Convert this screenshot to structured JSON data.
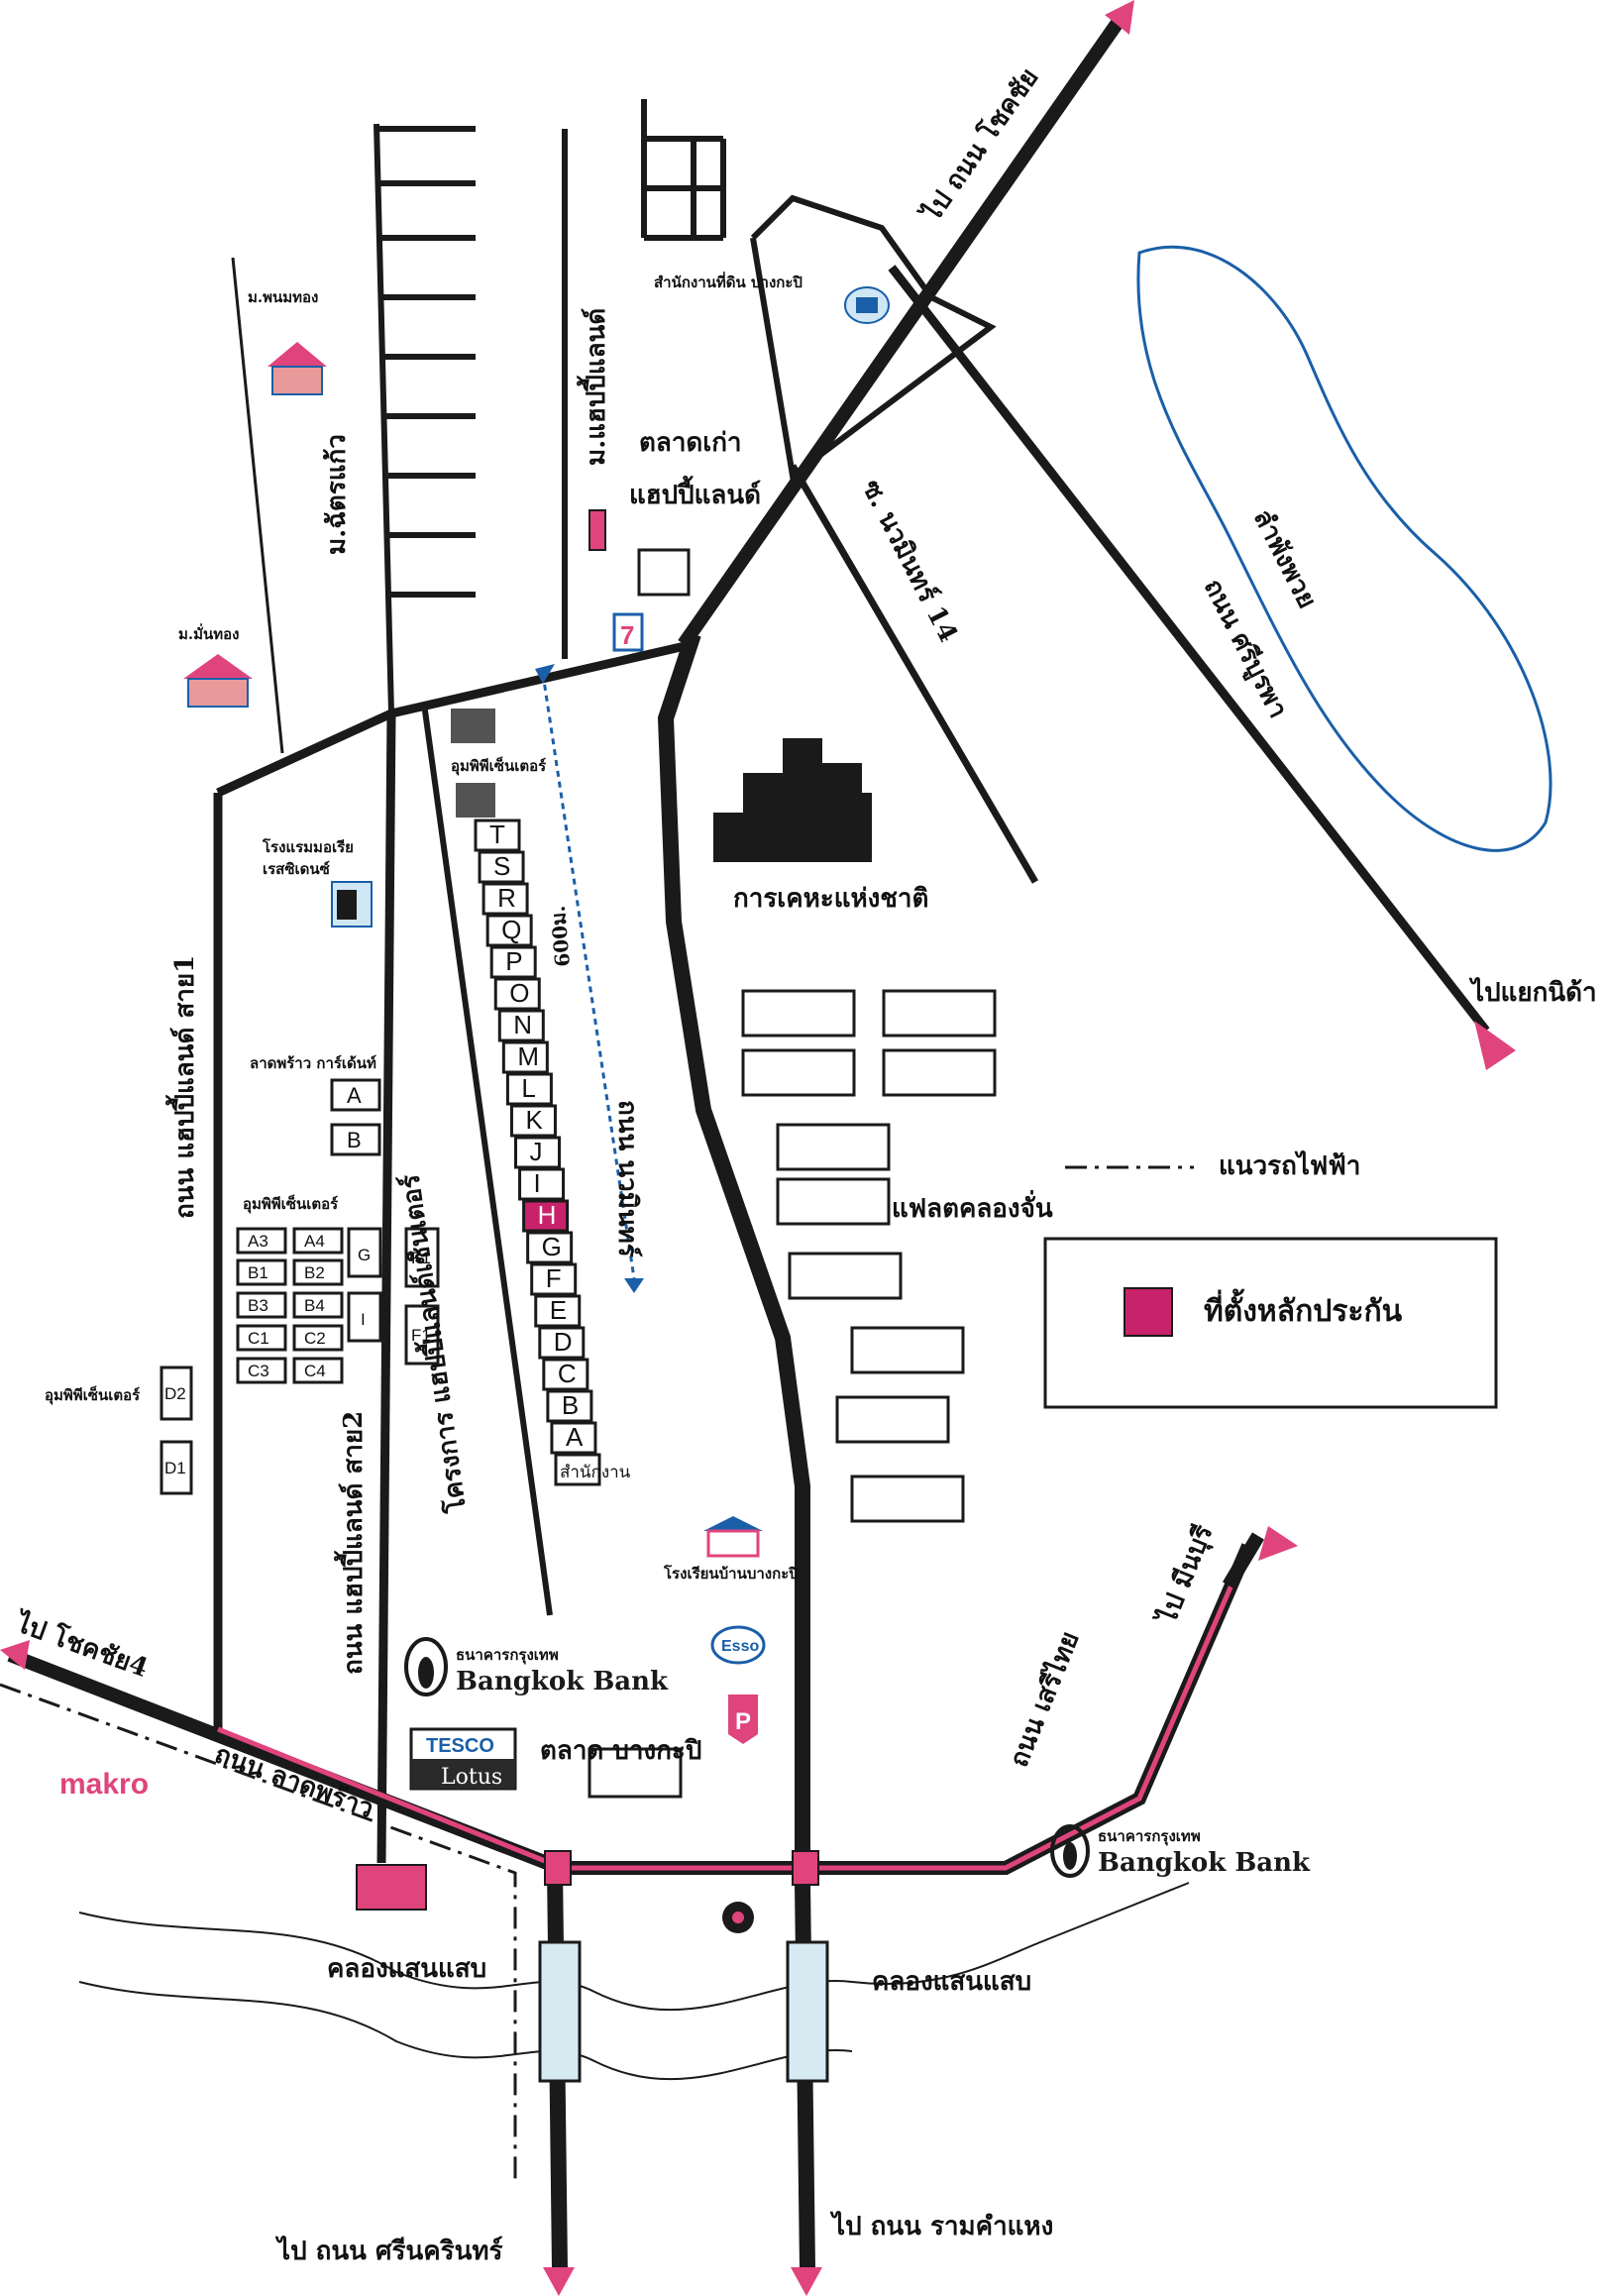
{
  "map": {
    "colors": {
      "road": "#1a1a1a",
      "highlight": "#e0447c",
      "marker": "#c8236a",
      "water": "#1a5fa8",
      "canal_bridge": "#d6eaf2"
    },
    "roads": {
      "to_chokchai4": "ไป โชคชัย4",
      "lat_phrao": "ถนน ลาดพร้าว",
      "serithai": "ถนน เสรีไทย",
      "to_minburi": "ไป มีนบุรี",
      "navamin": "ถนน นวมินทร์",
      "to_srinakarin": "ไป ถนน ศรีนครินทร์",
      "to_ramkhamhaeng": "ไป ถนน รามคำแหง",
      "to_chokchai_top": "ไป ถนน โชคชัย",
      "soi_navamin14": "ซ. นวมินทร์ 14",
      "sriburapha": "ถนน ศรีบูรพา",
      "to_yaek_nida": "ไปแยกนิด้า",
      "happyland1": "ถนน แฮปปี้แลนด์ สาย1",
      "happyland2": "ถนน แฮปปี้แลนด์ สาย2",
      "project_road": "โครงการ แฮปปี้แลนด์เซ็นเตอร์",
      "distance": "600ม."
    },
    "places": {
      "phanomthong": "ม.พนมทอง",
      "happyland_village": "ม.แฮปปี้แลนด์",
      "chatkaew": "ม.ฉัตรแก้ว",
      "manthong": "ม.มั่นทอง",
      "old_market": "ตลาดเก่า",
      "old_market2": "แฮปปี้แลนด์",
      "land_office": "สำนักงานที่ดิน บางกะปิ",
      "lam_phang_phuai": "ลำพังพวย",
      "nha": "การเคหะแห่งชาติ",
      "flats": "แฟลตคลองจั่น",
      "hotel1": "โรงแรมมอเรีย",
      "hotel2": "เรสซิเดนซ์",
      "lat_phrao_garden": "ลาดพร้าว การ์เด้นท์",
      "amphawan_center": "อุมพิพีเซ็นเตอร์",
      "am_center_left": "อุมพิพีเซ็นเตอร์",
      "am_center_top": "อุมพิพีเซ็นเตอร์",
      "school": "โรงเรียนบ้านบางกะปิ",
      "market_bangkapi": "ตลาด บางกะปิ",
      "canal_left": "คลองแสนแสบ",
      "canal_right": "คลองแสนแสบ",
      "makro": "makro",
      "bangkok_bank_th": "ธนาคารกรุงเทพ",
      "bangkok_bank": "Bangkok Bank",
      "bangkok_bank2_th": "ธนาคารกรุงเทพ",
      "bangkok_bank2": "Bangkok Bank",
      "tesco": "TESCO",
      "lotus": "Lotus",
      "esso": "Esso",
      "parking": "P",
      "seven": "7"
    },
    "legend": {
      "train_line_label": "แนวรถไฟฟ้า",
      "collateral_label": "ที่ตั้งหลักประกัน"
    },
    "project_blocks": [
      "T",
      "S",
      "R",
      "Q",
      "P",
      "O",
      "N",
      "M",
      "L",
      "K",
      "J",
      "I",
      "H",
      "G",
      "F",
      "E",
      "D",
      "C",
      "B",
      "A",
      "สำนักงาน"
    ],
    "collateral_block": "H",
    "left_blocks": {
      "a": "A",
      "b": "B",
      "grid": [
        "A3",
        "A4",
        "B1",
        "B2",
        "B3",
        "B4",
        "C1",
        "C2",
        "C3",
        "C4"
      ],
      "g": "G",
      "i": "I",
      "f1a": "F1",
      "f1b": "F1",
      "d1": "D1",
      "d2": "D2"
    }
  }
}
